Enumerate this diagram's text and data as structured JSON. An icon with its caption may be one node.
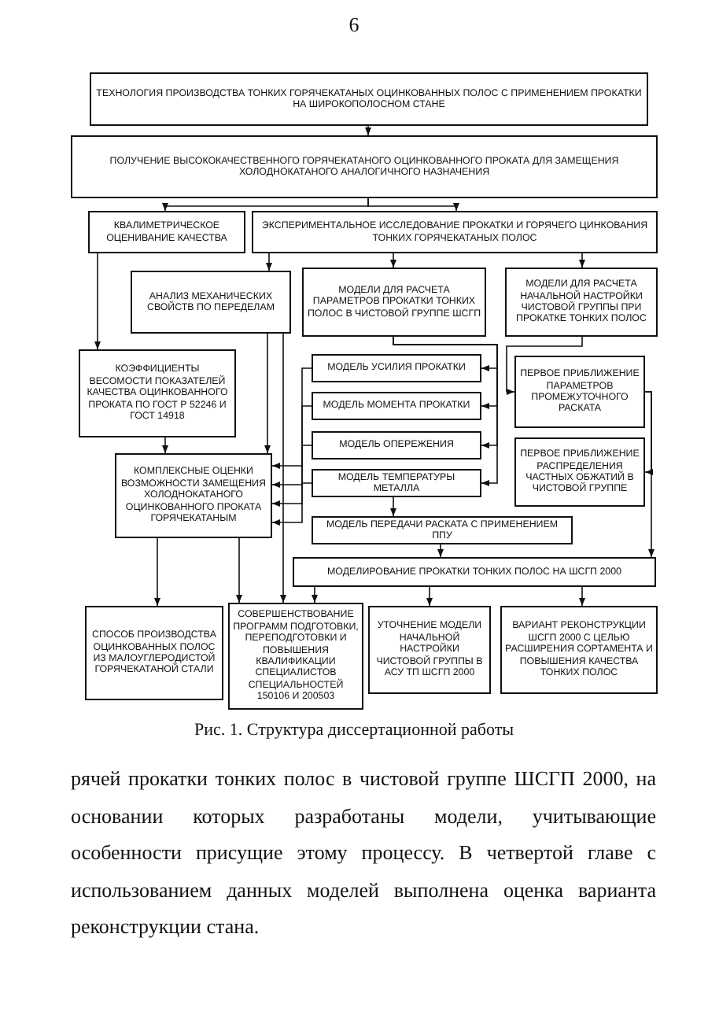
{
  "diagram": {
    "caption": "Рис. 1. Структура диссертационной работы",
    "nodes": [
      {
        "text": [
          "ТЕХНОЛОГИЯ ПРОИЗВОДСТВА ТОНКИХ ГОРЯЧЕКАТАНЫХ ОЦИНКОВАННЫХ ПОЛОС С ПРИМЕНЕНИЕМ ПРОКАТКИ НА ШИРОКОПОЛОСНОМ СТАНЕ"
        ]
      },
      {
        "text": [
          "ПОЛУЧЕНИЕ ВЫСОКОКАЧЕСТВЕННОГО ГОРЯЧЕКАТАНОГО ОЦИНКОВАННОГО ПРОКАТА ДЛЯ ЗАМЕЩЕНИЯ ХОЛОДНОКАТАНОГО АНАЛОГИЧНОГО НАЗНАЧЕНИЯ"
        ]
      },
      {
        "text": [
          "КВАЛИМЕТРИЧЕСКОЕ ОЦЕНИВАНИЕ КАЧЕСТВА"
        ]
      },
      {
        "text": [
          "ЭКСПЕРИМЕНТАЛЬНОЕ ИССЛЕДОВАНИЕ ПРОКАТКИ И ГОРЯЧЕГО ЦИНКОВАНИЯ ТОНКИХ ГОРЯЧЕКАТАНЫХ ПОЛОС"
        ]
      },
      {
        "text": [
          "АНАЛИЗ МЕХАНИЧЕСКИХ СВОЙСТВ ПО ПЕРЕДЕЛАМ"
        ]
      },
      {
        "text": [
          "МОДЕЛИ ДЛЯ РАСЧЕТА ПАРАМЕТРОВ ПРОКАТКИ ТОНКИХ ПОЛОС В ЧИСТОВОЙ ГРУППЕ ШСГП"
        ]
      },
      {
        "text": [
          "МОДЕЛИ ДЛЯ РАСЧЕТА НАЧАЛЬНОЙ НАСТРОЙКИ ЧИСТОВОЙ ГРУППЫ ПРИ ПРОКАТКЕ ТОНКИХ ПОЛОС"
        ]
      },
      {
        "text": [
          "КОЭФФИЦИЕНТЫ ВЕСОМОСТИ ПОКАЗАТЕЛЕЙ КАЧЕСТВА ОЦИНКОВАННОГО ПРОКАТА ПО ГОСТ Р 52246 И ГОСТ 14918"
        ]
      },
      {
        "text": [
          "МОДЕЛЬ УСИЛИЯ ПРОКАТКИ"
        ]
      },
      {
        "text": [
          "МОДЕЛЬ МОМЕНТА ПРОКАТКИ"
        ]
      },
      {
        "text": [
          "МОДЕЛЬ ОПЕРЕЖЕНИЯ"
        ]
      },
      {
        "text": [
          "МОДЕЛЬ ТЕМПЕРАТУРЫ МЕТАЛЛА"
        ]
      },
      {
        "text": [
          "ПЕРВОЕ ПРИБЛИЖЕНИЕ ПАРАМЕТРОВ ПРОМЕЖУТОЧНОГО РАСКАТА"
        ]
      },
      {
        "text": [
          "ПЕРВОЕ ПРИБЛИЖЕНИЕ РАСПРЕДЕЛЕНИЯ ЧАСТНЫХ ОБЖАТИЙ В ЧИСТОВОЙ ГРУППЕ"
        ]
      },
      {
        "text": [
          "КОМПЛЕКСНЫЕ ОЦЕНКИ ВОЗМОЖНОСТИ ЗАМЕЩЕНИЯ ХОЛОДНОКАТАНОГО ОЦИНКОВАННОГО ПРОКАТА ГОРЯЧЕКАТАНЫМ"
        ]
      },
      {
        "text": [
          "МОДЕЛЬ ПЕРЕДАЧИ РАСКАТА С ПРИМЕНЕНИЕМ ППУ"
        ]
      },
      {
        "text": [
          "МОДЕЛИРОВАНИЕ ПРОКАТКИ ТОНКИХ ПОЛОС НА ШСГП 2000"
        ]
      },
      {
        "text": [
          "СПОСОБ ПРОИЗВОДСТВА ОЦИНКОВАННЫХ ПОЛОС ИЗ МАЛОУГЛЕРОДИСТОЙ ГОРЯЧЕКАТАНОЙ СТАЛИ"
        ]
      },
      {
        "text": [
          "СОВЕРШЕНСТВОВАНИЕ ПРОГРАММ ПОДГОТОВКИ, ПЕРЕПОДГОТОВКИ И ПОВЫШЕНИЯ КВАЛИФИКАЦИИ СПЕЦИАЛИСТОВ СПЕЦИАЛЬНОСТЕЙ 150106 И 200503"
        ]
      },
      {
        "text": [
          "УТОЧНЕНИЕ МОДЕЛИ НАЧАЛЬНОЙ НАСТРОЙКИ ЧИСТОВОЙ ГРУППЫ В АСУ ТП ШСГП 2000"
        ]
      },
      {
        "text": [
          "ВАРИАНТ РЕКОНСТРУКЦИИ ШСГП 2000 С ЦЕЛЬЮ РАСШИРЕНИЯ СОРТАМЕНТА И ПОВЫШЕНИЯ КАЧЕСТВА ТОНКИХ ПОЛОС"
        ]
      }
    ],
    "edges": [
      {
        "from": 0,
        "to": 1,
        "arrow": "to"
      },
      {
        "from": 1,
        "to": 2,
        "arrow": "to"
      },
      {
        "from": 1,
        "to": 3,
        "arrow": "to"
      },
      {
        "from": 3,
        "to": 4,
        "arrow": "to"
      },
      {
        "from": 3,
        "to": 5,
        "arrow": "to"
      },
      {
        "from": 3,
        "to": 6,
        "arrow": "to"
      },
      {
        "from": 2,
        "to": 7,
        "arrow": "to"
      },
      {
        "from": 7,
        "to": 14,
        "arrow": "to"
      },
      {
        "from": 4,
        "to": 14,
        "arrow": "to"
      },
      {
        "from": 5,
        "to": 8,
        "arrow": "to"
      },
      {
        "from": 5,
        "to": 9,
        "arrow": "to"
      },
      {
        "from": 5,
        "to": 10,
        "arrow": "to"
      },
      {
        "from": 5,
        "to": 11,
        "arrow": "to"
      },
      {
        "from": 6,
        "to": 12,
        "arrow": "to"
      },
      {
        "from": 12,
        "to": 13,
        "arrow": "to"
      },
      {
        "from": 12,
        "to": 16,
        "arrow": "to"
      },
      {
        "from": 8,
        "to": 14,
        "arrow": "to"
      },
      {
        "from": 9,
        "to": 14,
        "arrow": "to"
      },
      {
        "from": 10,
        "to": 14,
        "arrow": "to"
      },
      {
        "from": 11,
        "to": 14,
        "arrow": "to"
      },
      {
        "from": 11,
        "to": 15,
        "arrow": "to"
      },
      {
        "from": 15,
        "to": 16,
        "arrow": "to"
      },
      {
        "from": 14,
        "to": 17,
        "arrow": "to"
      },
      {
        "from": 14,
        "to": 18,
        "arrow": "to"
      },
      {
        "from": 4,
        "to": 18,
        "arrow": "to"
      },
      {
        "from": 16,
        "to": 18,
        "arrow": "to"
      },
      {
        "from": 16,
        "to": 19,
        "arrow": "to"
      },
      {
        "from": 16,
        "to": 20,
        "arrow": "to"
      }
    ],
    "labels": [
      "6",
      "рячей прокатки тонких полос в чистовой группе ШСГП 2000, на основании которых разработаны модели, учитывающие особенности присущие этому процессу. В четвертой главе с использованием данных моделей выполнена оценка варианта реконструкции стана."
    ]
  }
}
